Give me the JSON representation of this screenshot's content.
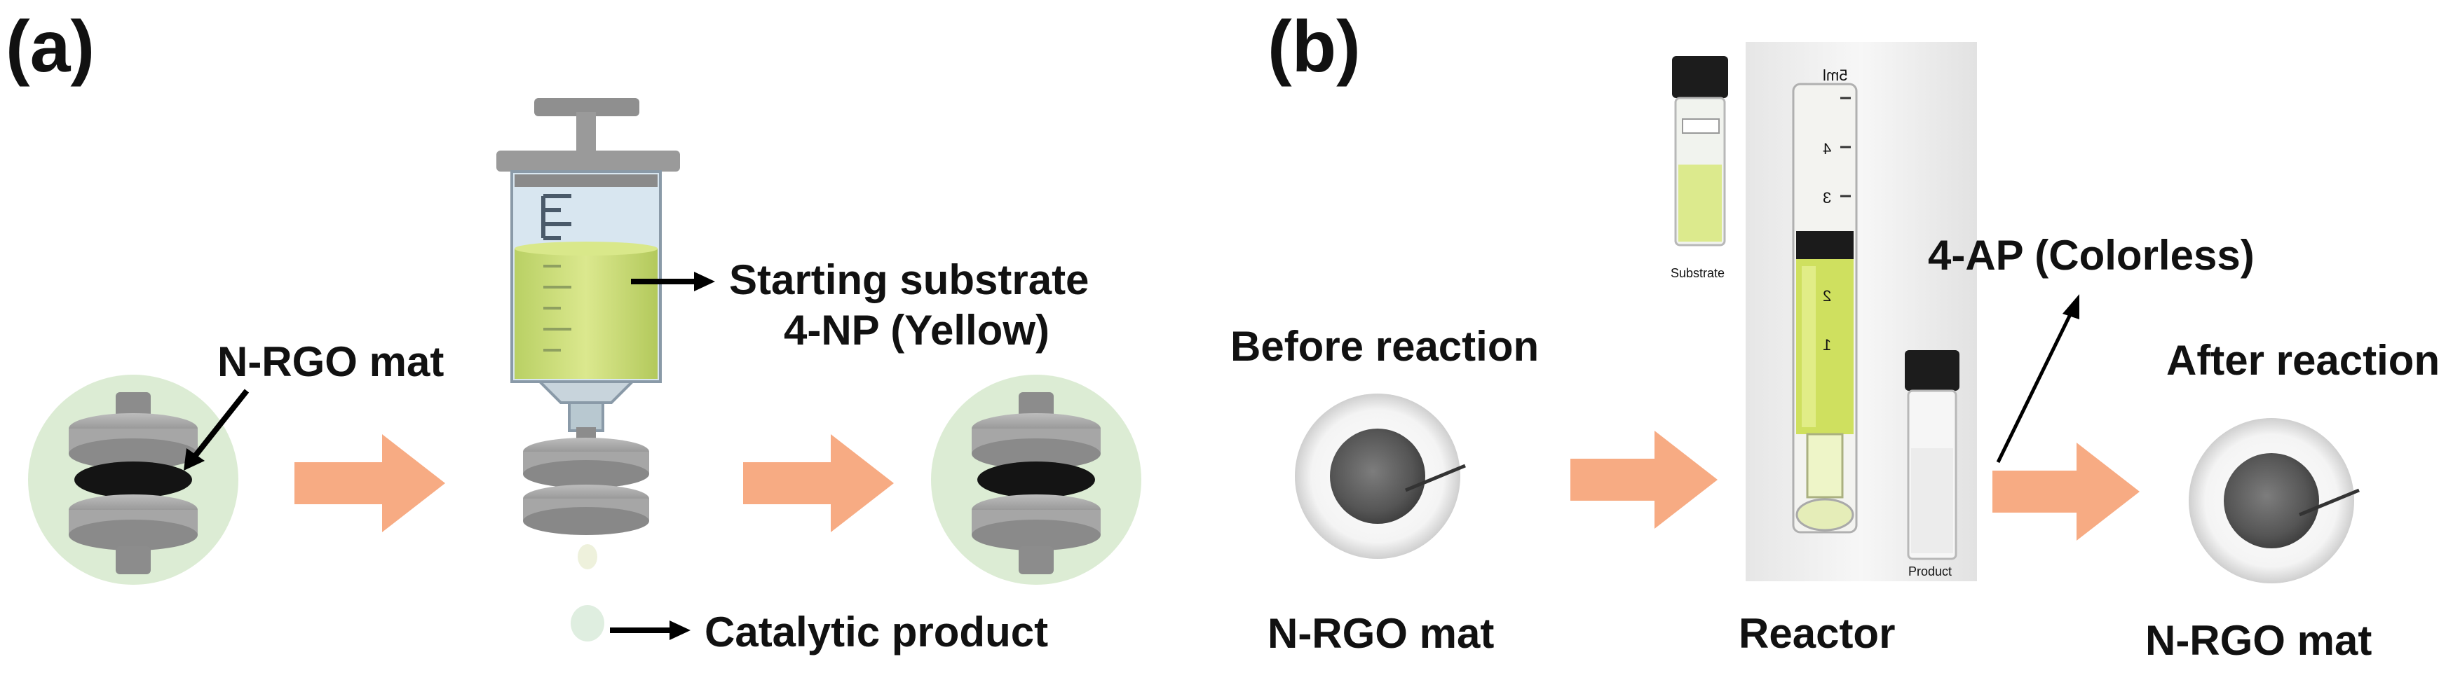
{
  "panel_a": {
    "label": "(a)",
    "mat_label": "N-RGO mat",
    "substrate_label_line1": "Starting substrate",
    "substrate_label_line2": "4-NP (Yellow)",
    "product_label": "Catalytic product"
  },
  "panel_b": {
    "label": "(b)",
    "before_label": "Before reaction",
    "after_label": "After reaction",
    "product_label": "4-AP (Colorless)",
    "mat_label_left": "N-RGO mat",
    "reactor_label": "Reactor",
    "mat_label_right": "N-RGO mat",
    "vial_substrate_caption": "Substrate",
    "vial_product_caption": "Product",
    "syringe_scale": [
      "5ml",
      "4",
      "3",
      "2",
      "1"
    ]
  },
  "colors": {
    "flow_arrow": "#f7ab83",
    "liquid_yellow": "#c8da73",
    "halo_green": "#dcecd4",
    "disc_gray": "#7a7a7a",
    "mat_black": "#1a1a1a"
  }
}
